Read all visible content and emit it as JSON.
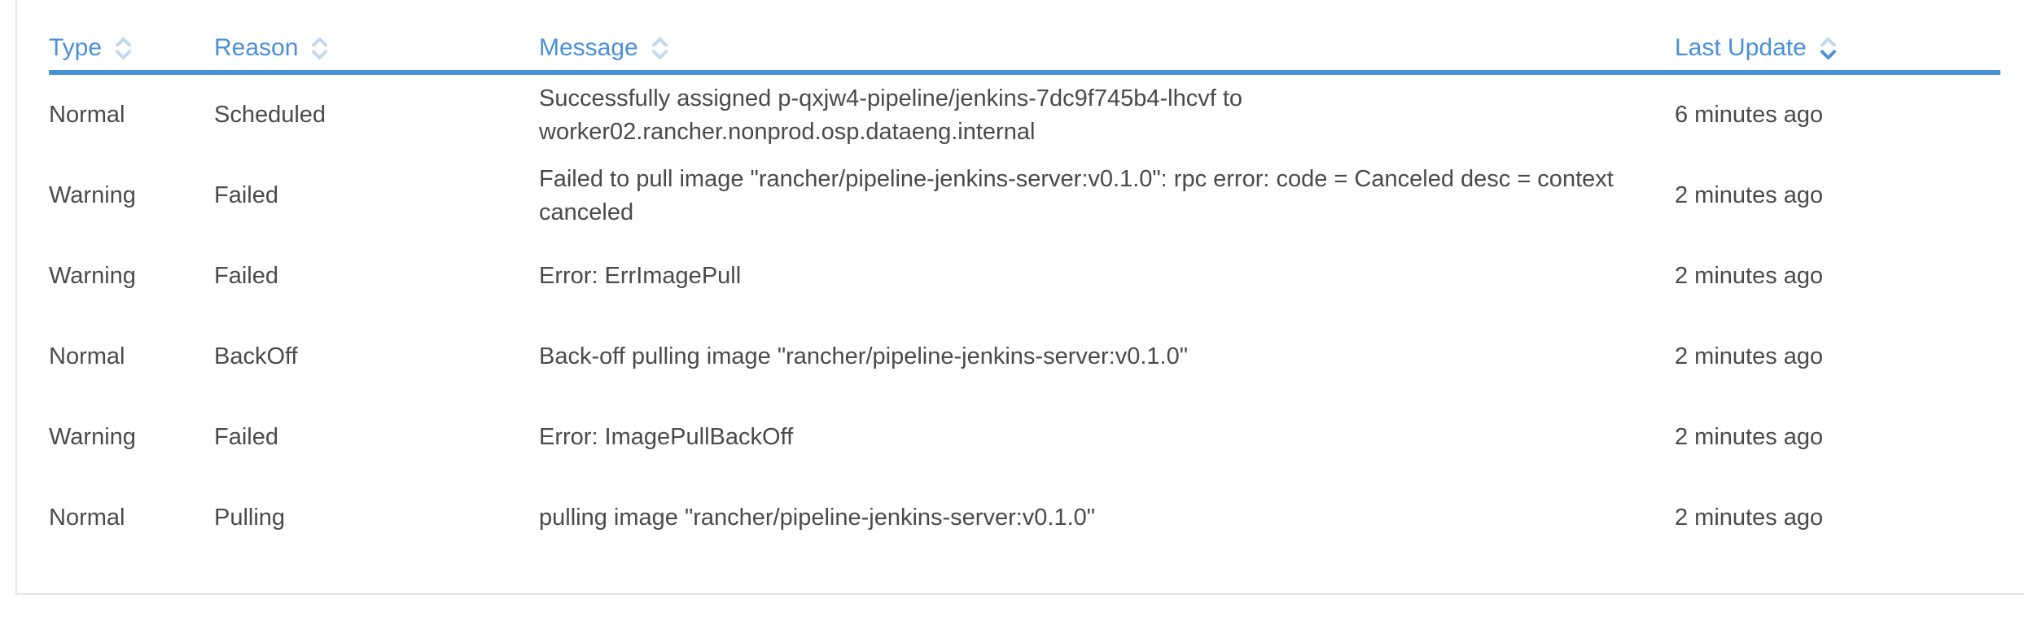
{
  "search": {
    "value": ""
  },
  "table": {
    "columns": [
      {
        "key": "type",
        "label": "Type",
        "sort": "none"
      },
      {
        "key": "reason",
        "label": "Reason",
        "sort": "none"
      },
      {
        "key": "message",
        "label": "Message",
        "sort": "none"
      },
      {
        "key": "last_update",
        "label": "Last Update",
        "sort": "desc"
      }
    ],
    "rows": [
      {
        "type": "Normal",
        "reason": "Scheduled",
        "message": "Successfully assigned p-qxjw4-pipeline/jenkins-7dc9f745b4-lhcvf to worker02.rancher.nonprod.osp.dataeng.internal",
        "last_update": "6 minutes ago"
      },
      {
        "type": "Warning",
        "reason": "Failed",
        "message": "Failed to pull image \"rancher/pipeline-jenkins-server:v0.1.0\": rpc error: code = Canceled desc = context canceled",
        "last_update": "2 minutes ago"
      },
      {
        "type": "Warning",
        "reason": "Failed",
        "message": "Error: ErrImagePull",
        "last_update": "2 minutes ago"
      },
      {
        "type": "Normal",
        "reason": "BackOff",
        "message": "Back-off pulling image \"rancher/pipeline-jenkins-server:v0.1.0\"",
        "last_update": "2 minutes ago"
      },
      {
        "type": "Warning",
        "reason": "Failed",
        "message": "Error: ImagePullBackOff",
        "last_update": "2 minutes ago"
      },
      {
        "type": "Normal",
        "reason": "Pulling",
        "message": "pulling image \"rancher/pipeline-jenkins-server:v0.1.0\"",
        "last_update": "2 minutes ago"
      }
    ]
  },
  "colors": {
    "accent_blue": "#4a90d9",
    "sort_inactive_blue": "#c2d8f1",
    "body_text": "#4a4a4a",
    "card_border": "#e4e5e7"
  }
}
